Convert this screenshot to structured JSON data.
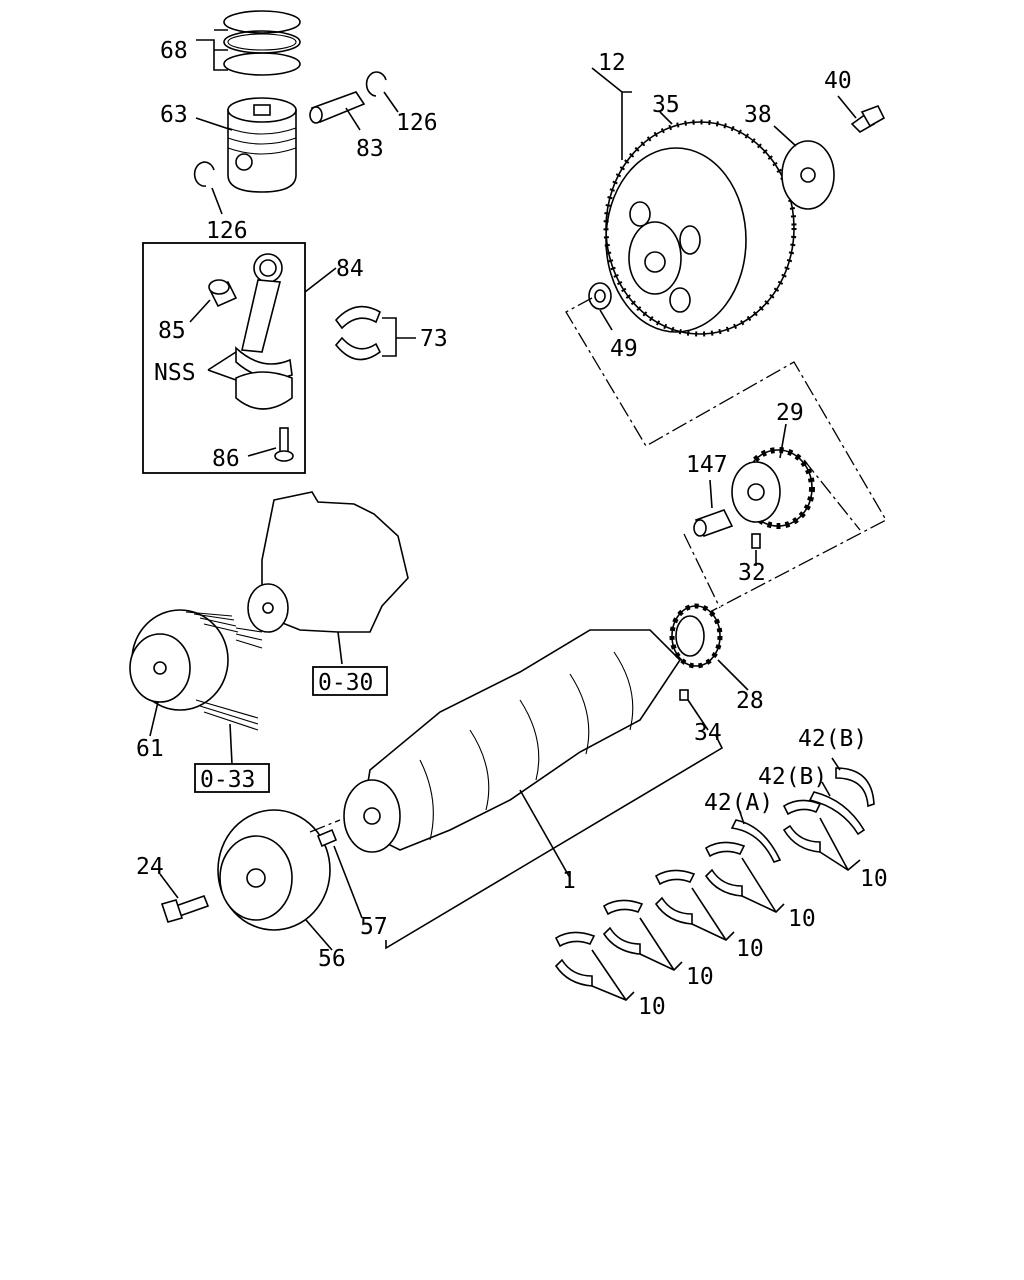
{
  "labels": {
    "l68": "68",
    "l63": "63",
    "l83": "83",
    "l126a": "126",
    "l126b": "126",
    "l84": "84",
    "l85": "85",
    "l73": "73",
    "lNSS": "NSS",
    "l86": "86",
    "l12": "12",
    "l35": "35",
    "l38": "38",
    "l40": "40",
    "l49": "49",
    "l29": "29",
    "l147": "147",
    "l32": "32",
    "l030": "0-30",
    "l033": "0-33",
    "l61": "61",
    "l28": "28",
    "l34": "34",
    "l1": "1",
    "l24": "24",
    "l57": "57",
    "l56": "56",
    "l42b1": "42(B)",
    "l42b2": "42(B)",
    "l42a": "42(A)",
    "l10a": "10",
    "l10b": "10",
    "l10c": "10",
    "l10d": "10",
    "l10e": "10"
  }
}
